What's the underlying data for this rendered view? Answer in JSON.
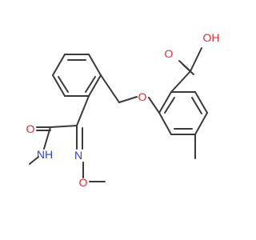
{
  "diagram": {
    "type": "chemical-structure",
    "colors": {
      "carbon_bond": "#3a3a3a",
      "oxygen": "#e52a2a",
      "nitrogen": "#2d3ed6",
      "background": "#ffffff"
    },
    "atom_labels": {
      "carboxyl_oh": "OH",
      "carboxyl_o": "O",
      "ether_o": "O",
      "amide_o": "O",
      "imine_n": "N",
      "amide_nh": "NH",
      "oxime_o": "O"
    }
  }
}
